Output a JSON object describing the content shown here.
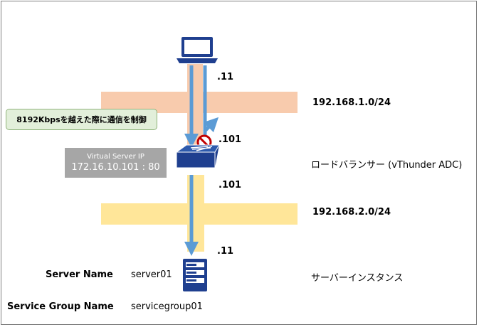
{
  "client": {
    "ip_suffix": ".11"
  },
  "network_top": {
    "cidr": "192.168.1.0/24"
  },
  "network_bottom": {
    "cidr": "192.168.2.0/24"
  },
  "load_balancer": {
    "name": "ロードバランサー (vThunder ADC)",
    "ip_upper": ".101",
    "ip_lower": ".101"
  },
  "callout": {
    "text": "8192Kbpsを越えた際に通信を制御"
  },
  "virtual_server": {
    "title": "Virtual Server IP",
    "address": "172.16.10.101 : 80"
  },
  "server": {
    "ip_suffix": ".11",
    "instance_label": "サーバーインスタンス",
    "name_label": "Server Name",
    "name_value": "server01",
    "group_label": "Service Group Name",
    "group_value": "servicegroup01"
  },
  "colors": {
    "upper_network": "#f8cbad",
    "lower_network": "#ffe699",
    "arrow": "#5b9bd5",
    "device": "#1f3f8f",
    "block": "#c00000",
    "callout_fill": "#e2efda",
    "vs_box": "#a6a6a6"
  },
  "icons": [
    "laptop-icon",
    "load-balancer-icon",
    "server-icon",
    "block-icon"
  ]
}
